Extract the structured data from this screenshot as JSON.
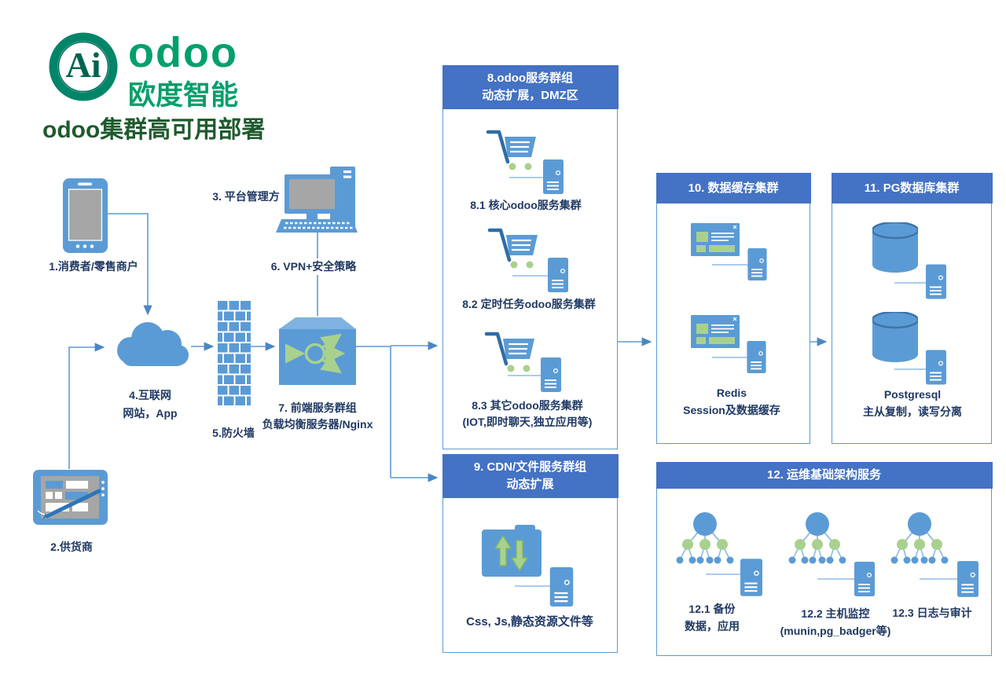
{
  "logo": {
    "ai": "Ai",
    "brand": "odoo",
    "brand_cn": "欧度智能",
    "title": "odoo集群高可用部署"
  },
  "nodes": {
    "consumer": {
      "label": "1.消费者/零售商户"
    },
    "supplier": {
      "label": "2.供货商"
    },
    "platform_admin": {
      "label": "3. 平台管理方"
    },
    "internet": {
      "line1": "4.互联网",
      "line2": "网站，App"
    },
    "firewall": {
      "label": "5.防火墙"
    },
    "vpn": {
      "label": "6. VPN+安全策略"
    },
    "frontend": {
      "line1": "7. 前端服务群组",
      "line2": "负载均衡服务器/Nginx"
    }
  },
  "boxes": {
    "odoo_services": {
      "header_line1": "8.odoo服务群组",
      "header_line2": "动态扩展，DMZ区",
      "items": [
        {
          "line1": "8.1 核心odoo服务集群",
          "line2": ""
        },
        {
          "line1": "8.2 定时任务odoo服务集群",
          "line2": ""
        },
        {
          "line1": "8.3 其它odoo服务集群",
          "line2": "(IOT,即时聊天,独立应用等)"
        }
      ]
    },
    "cdn": {
      "header_line1": "9. CDN/文件服务群组",
      "header_line2": "动态扩展",
      "item_label": "Css, Js,静态资源文件等"
    },
    "cache": {
      "header": "10. 数据缓存集群",
      "label_line1": "Redis",
      "label_line2": "Session及数据缓存"
    },
    "pg": {
      "header": "11. PG数据库集群",
      "label_line1": "Postgresql",
      "label_line2": "主从复制，读写分离"
    },
    "ops": {
      "header": "12. 运维基础架构服务",
      "items": [
        {
          "line1": "12.1 备份",
          "line2": "数据，应用"
        },
        {
          "line1": "12.2 主机监控",
          "line2": "(munin,pg_badger等)"
        },
        {
          "line1": "12.3 日志与审计",
          "line2": ""
        }
      ]
    }
  },
  "colors": {
    "accent_blue": "#5B9BD5",
    "header_blue": "#4472C4",
    "dark_blue": "#2E75B6",
    "green": "#A9D18E",
    "label_navy": "#1F3864",
    "logo_green": "#00A06A",
    "title_green": "#1E5A2D"
  }
}
